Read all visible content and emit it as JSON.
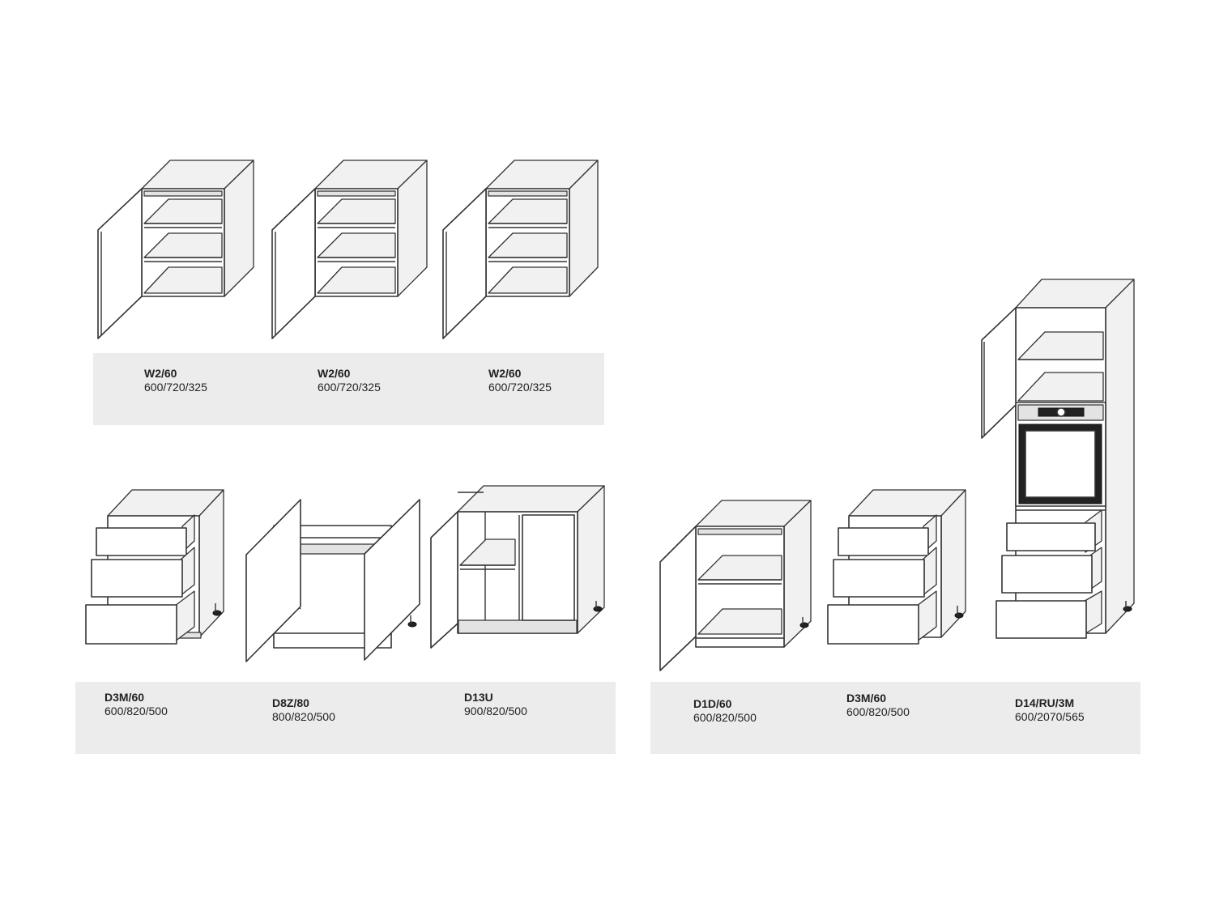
{
  "colors": {
    "band": "#ececec",
    "line": "#333333",
    "background": "#ffffff"
  },
  "rows": {
    "wall": {
      "items": [
        {
          "code": "W2/60",
          "dims": "600/720/325"
        },
        {
          "code": "W2/60",
          "dims": "600/720/325"
        },
        {
          "code": "W2/60",
          "dims": "600/720/325"
        }
      ]
    },
    "base_left": {
      "items": [
        {
          "code": "D3M/60",
          "dims": "600/820/500"
        },
        {
          "code": "D8Z/80",
          "dims": "800/820/500"
        },
        {
          "code": "D13U",
          "dims": "900/820/500"
        }
      ]
    },
    "base_right": {
      "items": [
        {
          "code": "D1D/60",
          "dims": "600/820/500"
        },
        {
          "code": "D3M/60",
          "dims": "600/820/500"
        },
        {
          "code": "D14/RU/3M",
          "dims": "600/2070/565"
        }
      ]
    }
  }
}
